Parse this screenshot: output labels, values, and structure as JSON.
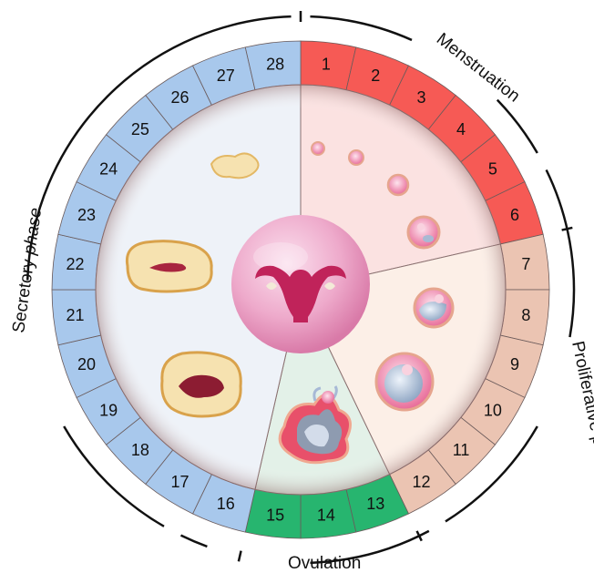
{
  "diagram": {
    "phases": [
      {
        "id": "menstruation",
        "label": "Menstruation",
        "italic": "",
        "days": [
          1,
          2,
          3,
          4,
          5,
          6
        ],
        "color": "#f65a55",
        "inner_color": "#fbe2e1"
      },
      {
        "id": "proliferative",
        "label": "Proliferative phase",
        "italic": "",
        "days": [
          7,
          8,
          9,
          10,
          11,
          12
        ],
        "color": "#ebc4b2",
        "inner_color": "#fcefe7"
      },
      {
        "id": "ovulation",
        "label": "Ovulation",
        "italic": "",
        "days": [
          13,
          14,
          15
        ],
        "color": "#27b56f",
        "inner_color": "#e3f1e8"
      },
      {
        "id": "secretory",
        "label": "Secretory ",
        "italic": "phase",
        "days": [
          16,
          17,
          18,
          19,
          20,
          21,
          22,
          23,
          24,
          25,
          26,
          27,
          28
        ],
        "color": "#a8c8ec",
        "inner_color": "#eef2f8"
      }
    ],
    "day_labels": [
      "1",
      "2",
      "3",
      "4",
      "5",
      "6",
      "7",
      "8",
      "9",
      "10",
      "11",
      "12",
      "13",
      "14",
      "15",
      "16",
      "17",
      "18",
      "19",
      "20",
      "21",
      "22",
      "23",
      "24",
      "25",
      "26",
      "27",
      "28"
    ],
    "colors": {
      "ring_shadow": "#c9a8a8",
      "center_globe": "#e79abf",
      "uterus": "#c0235a",
      "follicle": "#e85a8a",
      "endometrium": "#f6e2b0",
      "divider": "#8a7070"
    }
  }
}
